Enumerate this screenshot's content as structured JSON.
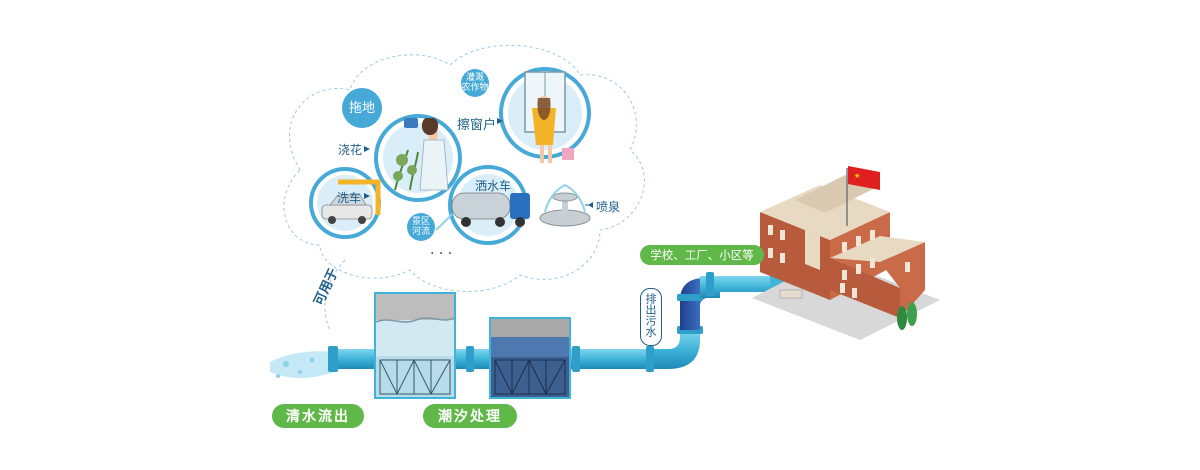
{
  "labels": {
    "mop": "拖地",
    "water_flowers": "浇花",
    "wash_car": "洗车",
    "irrigate_crops": "灌溉\n农作物",
    "wipe_windows": "擦窗户",
    "sprinkler_truck": "洒水车",
    "fountain": "喷泉",
    "scenic_river": "景区\n河流",
    "ellipsis": "· · ·",
    "usable_for": "可用于",
    "discharge_sewage": "排出污水",
    "sources": "学校、工厂、小区等"
  },
  "stages": {
    "clean_water_out": "清水流出",
    "tidal_treatment": "潮汐处理"
  },
  "colors": {
    "pipe": "#3fb4d8",
    "pipe_dark": "#1e6fa8",
    "green": "#5fb848",
    "blue_bubble": "#46a9d8"
  }
}
